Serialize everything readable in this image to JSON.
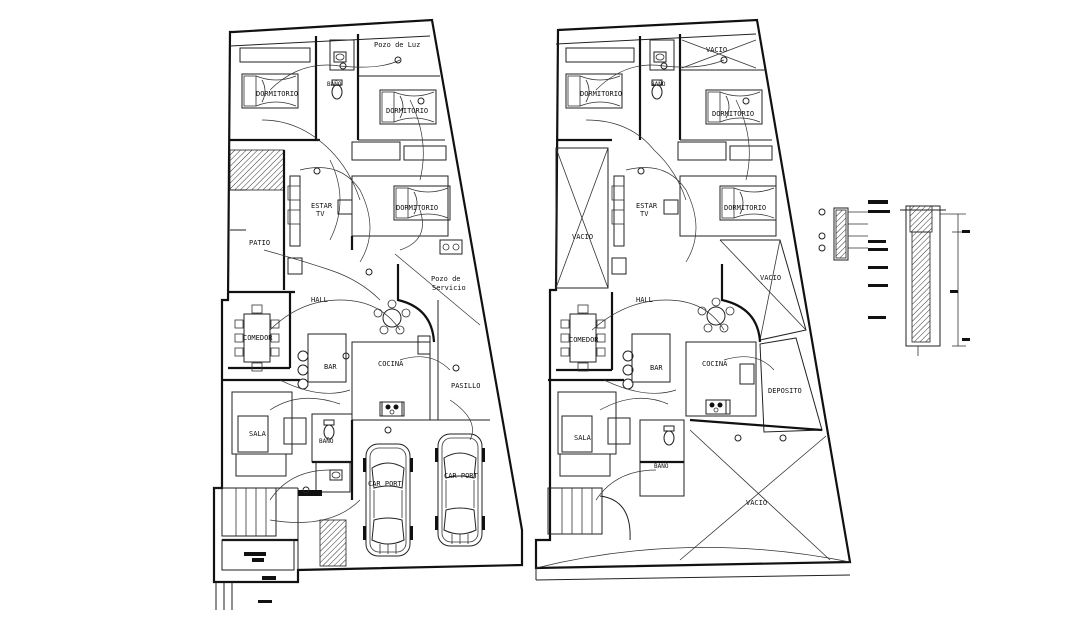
{
  "left_plan": {
    "rooms": {
      "pozo_luz": "Pozo de Luz",
      "dorm1": "DORMITORIO",
      "bano_top": "BAÑO",
      "dorm2": "DORMITORIO",
      "estar_1": "ESTAR",
      "estar_2": "TV",
      "dorm3": "DORMITORIO",
      "patio": "PATIO",
      "hall": "HALL",
      "pozo_serv_1": "Pozo de",
      "pozo_serv_2": "Servicio",
      "comedor": "COMEDOR",
      "bar": "BAR",
      "cocina": "COCINA",
      "pasillo": "PASILLO",
      "sala": "SALA",
      "bano_low": "BAÑO",
      "car_port_1": "CAR PORT",
      "car_port_2": "CAR PORT"
    }
  },
  "right_plan": {
    "rooms": {
      "vacio_top": "VACIO",
      "dorm1": "DORMITORIO",
      "bano_top": "BAÑO",
      "dorm2": "DORMITORIO",
      "estar_1": "ESTAR",
      "estar_2": "TV",
      "dorm3": "DORMITORIO",
      "vacio_left": "VACIO",
      "vacio_mid": "VACIO",
      "hall": "HALL",
      "comedor": "COMEDOR",
      "bar": "BAR",
      "cocina": "COCINA",
      "deposito": "DEPOSITO",
      "sala": "SALA",
      "bano_low": "BAÑO",
      "vacio_bottom": "VACIO"
    }
  }
}
